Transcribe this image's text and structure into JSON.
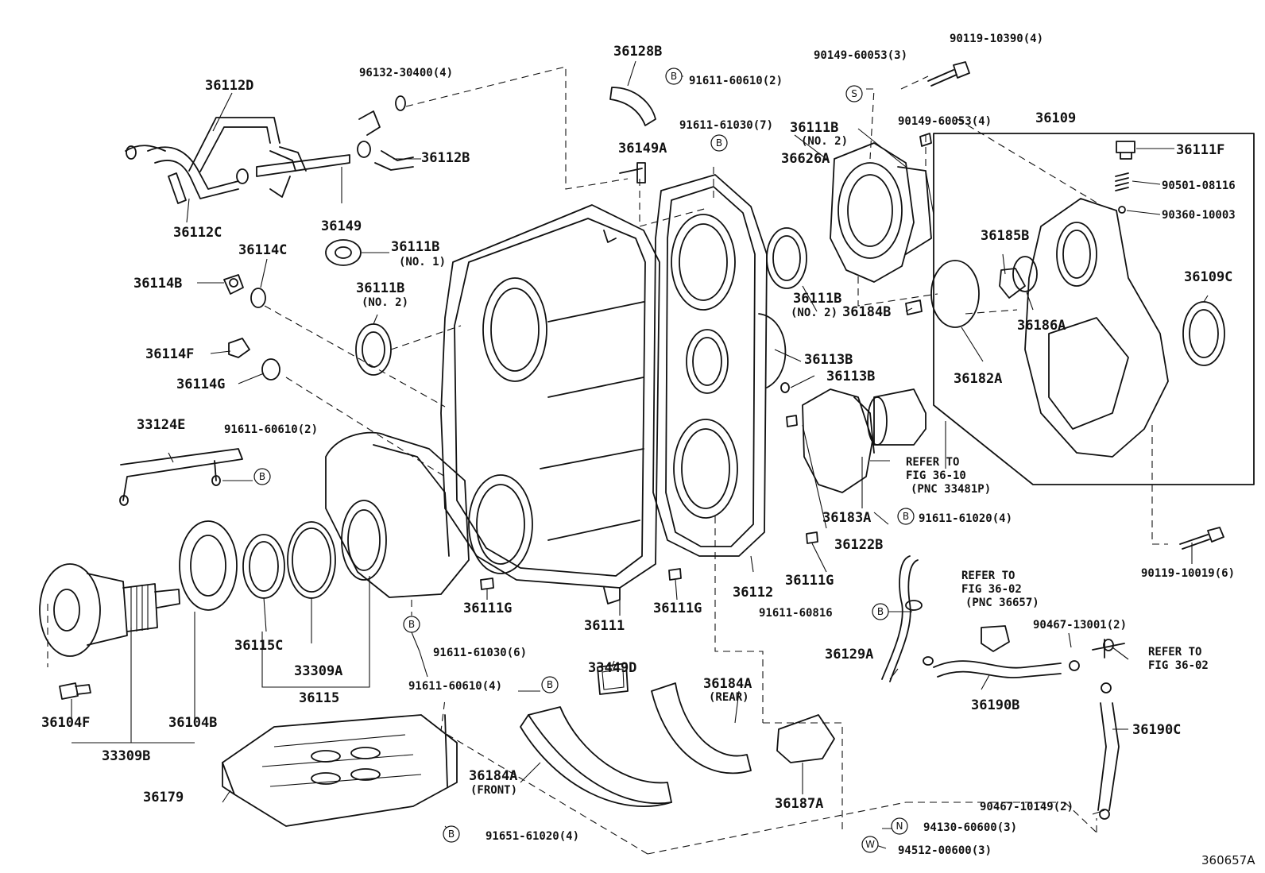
{
  "drawing_code": "360657A",
  "labels": {
    "p36112D": "36112D",
    "p96132_30400": "96132-30400(4)",
    "p36128B": "36128B",
    "p91611_60610_2_top": "91611-60610(2)",
    "p90149_60053_3": "90149-60053(3)",
    "p90119_10390": "90119-10390(4)",
    "p36112B": "36112B",
    "p36112C": "36112C",
    "p36149": "36149",
    "p91611_61030_7": "91611-61030(7)",
    "p36149A": "36149A",
    "p36111B_no2_top": "36111B",
    "p36111B_no2_top_sub": "(NO. 2)",
    "p36626A": "36626A",
    "p90149_60053_4": "90149-60053(4)",
    "p36109": "36109",
    "p36111F": "36111F",
    "p90501_08116": "90501-08116",
    "p90360_10003": "90360-10003",
    "p36114C": "36114C",
    "p36111B_no1": "36111B",
    "p36111B_no1_sub": "(NO. 1)",
    "p36114B": "36114B",
    "p36111B_no2_left": "36111B",
    "p36111B_no2_left_sub": "(NO. 2)",
    "p36185B": "36185B",
    "p36109C": "36109C",
    "p36111B_no2_right": "36111B",
    "p36111B_no2_right_sub": "(NO. 2)",
    "p36184B": "36184B",
    "p36186A": "36186A",
    "p36113B_1": "36113B",
    "p36113B_2": "36113B",
    "p36182A": "36182A",
    "p36114F": "36114F",
    "p36114G": "36114G",
    "p33124E": "33124E",
    "p91611_60610_2_left": "91611-60610(2)",
    "p36183A": "36183A",
    "p91611_61020": "91611-61020(4)",
    "p36122B": "36122B",
    "p90119_10019": "90119-10019(6)",
    "p36111G_1": "36111G",
    "p36111G_2": "36111G",
    "p36111G_3": "36111G",
    "p36112": "36112",
    "p36111": "36111",
    "p91611_60816": "91611-60816",
    "p91611_61030_6": "91611-61030(6)",
    "p36115C": "36115C",
    "p33309A": "33309A",
    "p36115": "36115",
    "p36129A": "36129A",
    "p90467_13001": "90467-13001(2)",
    "p36190B": "36190B",
    "p36104F": "36104F",
    "p36104B": "36104B",
    "p33309B": "33309B",
    "p91611_60610_4": "91611-60610(4)",
    "p33449D": "33449D",
    "p36184A_rear": "36184A",
    "p36184A_rear_sub": "(REAR)",
    "p36190C": "36190C",
    "p36179": "36179",
    "p36184A_front": "36184A",
    "p36184A_front_sub": "(FRONT)",
    "p36187A": "36187A",
    "p90467_10149": "90467-10149(2)",
    "p91651_61020": "91651-61020(4)",
    "p94130_60600": "94130-60600(3)",
    "p94512_00600": "94512-00600(3)"
  },
  "refers": {
    "fig36_10_l1": "REFER TO",
    "fig36_10_l2": "FIG 36-10",
    "fig36_10_l3": "(PNC 33481P)",
    "fig36_02a_l1": "REFER TO",
    "fig36_02a_l2": "FIG 36-02",
    "fig36_02a_l3": "(PNC 36657)",
    "fig36_02b_l1": "REFER TO",
    "fig36_02b_l2": "FIG 36-02"
  },
  "callout_letters": {
    "b": "B",
    "s": "S",
    "n": "N",
    "w": "W"
  }
}
